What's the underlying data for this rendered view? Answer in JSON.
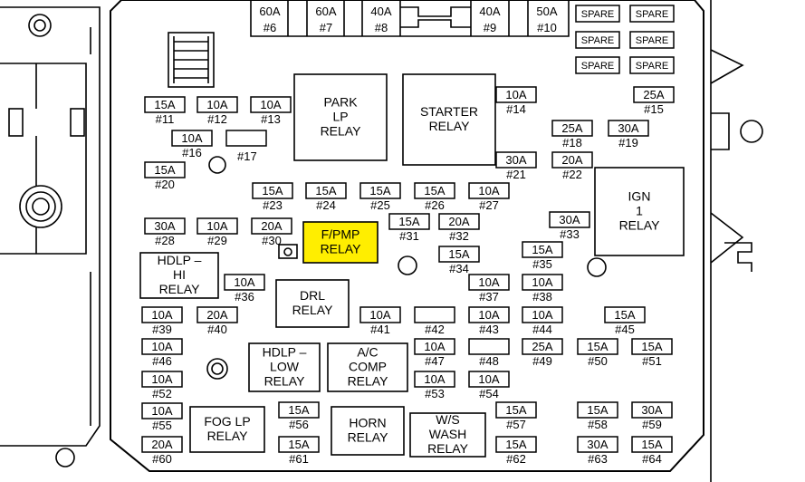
{
  "fuses": [
    {
      "id": "f6",
      "amp": "60A",
      "num": "#6"
    },
    {
      "id": "f7",
      "amp": "60A",
      "num": "#7"
    },
    {
      "id": "f8",
      "amp": "40A",
      "num": "#8"
    },
    {
      "id": "f9",
      "amp": "40A",
      "num": "#9"
    },
    {
      "id": "f10",
      "amp": "50A",
      "num": "#10"
    },
    {
      "id": "f11",
      "amp": "15A",
      "num": "#11"
    },
    {
      "id": "f12",
      "amp": "10A",
      "num": "#12"
    },
    {
      "id": "f13",
      "amp": "10A",
      "num": "#13"
    },
    {
      "id": "f14",
      "amp": "10A",
      "num": "#14"
    },
    {
      "id": "f15",
      "amp": "25A",
      "num": "#15"
    },
    {
      "id": "f16",
      "amp": "10A",
      "num": "#16"
    },
    {
      "id": "f17",
      "amp": "",
      "num": "#17"
    },
    {
      "id": "f18",
      "amp": "25A",
      "num": "#18"
    },
    {
      "id": "f19",
      "amp": "30A",
      "num": "#19"
    },
    {
      "id": "f20",
      "amp": "15A",
      "num": "#20"
    },
    {
      "id": "f21",
      "amp": "30A",
      "num": "#21"
    },
    {
      "id": "f22",
      "amp": "20A",
      "num": "#22"
    },
    {
      "id": "f23",
      "amp": "15A",
      "num": "#23"
    },
    {
      "id": "f24",
      "amp": "15A",
      "num": "#24"
    },
    {
      "id": "f25",
      "amp": "15A",
      "num": "#25"
    },
    {
      "id": "f26",
      "amp": "15A",
      "num": "#26"
    },
    {
      "id": "f27",
      "amp": "10A",
      "num": "#27"
    },
    {
      "id": "f28",
      "amp": "30A",
      "num": "#28"
    },
    {
      "id": "f29",
      "amp": "10A",
      "num": "#29"
    },
    {
      "id": "f30",
      "amp": "20A",
      "num": "#30"
    },
    {
      "id": "f31",
      "amp": "15A",
      "num": "#31"
    },
    {
      "id": "f32",
      "amp": "20A",
      "num": "#32"
    },
    {
      "id": "f33",
      "amp": "30A",
      "num": "#33"
    },
    {
      "id": "f34",
      "amp": "15A",
      "num": "#34"
    },
    {
      "id": "f35",
      "amp": "15A",
      "num": "#35"
    },
    {
      "id": "f36",
      "amp": "10A",
      "num": "#36"
    },
    {
      "id": "f37",
      "amp": "10A",
      "num": "#37"
    },
    {
      "id": "f38",
      "amp": "10A",
      "num": "#38"
    },
    {
      "id": "f39",
      "amp": "10A",
      "num": "#39"
    },
    {
      "id": "f40",
      "amp": "20A",
      "num": "#40"
    },
    {
      "id": "f41",
      "amp": "10A",
      "num": "#41"
    },
    {
      "id": "f42",
      "amp": "",
      "num": "#42"
    },
    {
      "id": "f43",
      "amp": "10A",
      "num": "#43"
    },
    {
      "id": "f44",
      "amp": "10A",
      "num": "#44"
    },
    {
      "id": "f45",
      "amp": "15A",
      "num": "#45"
    },
    {
      "id": "f46",
      "amp": "10A",
      "num": "#46"
    },
    {
      "id": "f47",
      "amp": "10A",
      "num": "#47"
    },
    {
      "id": "f48",
      "amp": "",
      "num": "#48"
    },
    {
      "id": "f49",
      "amp": "25A",
      "num": "#49"
    },
    {
      "id": "f50",
      "amp": "15A",
      "num": "#50"
    },
    {
      "id": "f51",
      "amp": "15A",
      "num": "#51"
    },
    {
      "id": "f52",
      "amp": "10A",
      "num": "#52"
    },
    {
      "id": "f53",
      "amp": "10A",
      "num": "#53"
    },
    {
      "id": "f54",
      "amp": "10A",
      "num": "#54"
    },
    {
      "id": "f55",
      "amp": "10A",
      "num": "#55"
    },
    {
      "id": "f56",
      "amp": "15A",
      "num": "#56"
    },
    {
      "id": "f57",
      "amp": "15A",
      "num": "#57"
    },
    {
      "id": "f58",
      "amp": "15A",
      "num": "#58"
    },
    {
      "id": "f59",
      "amp": "30A",
      "num": "#59"
    },
    {
      "id": "f60",
      "amp": "20A",
      "num": "#60"
    },
    {
      "id": "f61",
      "amp": "15A",
      "num": "#61"
    },
    {
      "id": "f62",
      "amp": "15A",
      "num": "#62"
    },
    {
      "id": "f63",
      "amp": "30A",
      "num": "#63"
    },
    {
      "id": "f64",
      "amp": "15A",
      "num": "#64"
    }
  ],
  "spares": [
    "SPARE",
    "SPARE",
    "SPARE",
    "SPARE",
    "SPARE",
    "SPARE"
  ],
  "relays": [
    {
      "id": "park-lp",
      "lines": [
        "PARK",
        "LP",
        "RELAY"
      ]
    },
    {
      "id": "starter",
      "lines": [
        "STARTER",
        "RELAY"
      ]
    },
    {
      "id": "ign-1",
      "lines": [
        "IGN",
        "1",
        "RELAY"
      ]
    },
    {
      "id": "fpmp",
      "lines": [
        "F/PMP",
        "RELAY"
      ],
      "highlight": "#ffee00"
    },
    {
      "id": "hdlp-hi",
      "lines": [
        "HDLP –",
        "HI",
        "RELAY"
      ]
    },
    {
      "id": "drl",
      "lines": [
        "DRL",
        "RELAY"
      ]
    },
    {
      "id": "hdlp-low",
      "lines": [
        "HDLP –",
        "LOW",
        "RELAY"
      ]
    },
    {
      "id": "ac-comp",
      "lines": [
        "A/C",
        "COMP",
        "RELAY"
      ]
    },
    {
      "id": "fog-lp",
      "lines": [
        "FOG LP",
        "RELAY"
      ]
    },
    {
      "id": "horn",
      "lines": [
        "HORN",
        "RELAY"
      ]
    },
    {
      "id": "ws-wash",
      "lines": [
        "W/S",
        "WASH",
        "RELAY"
      ]
    }
  ]
}
